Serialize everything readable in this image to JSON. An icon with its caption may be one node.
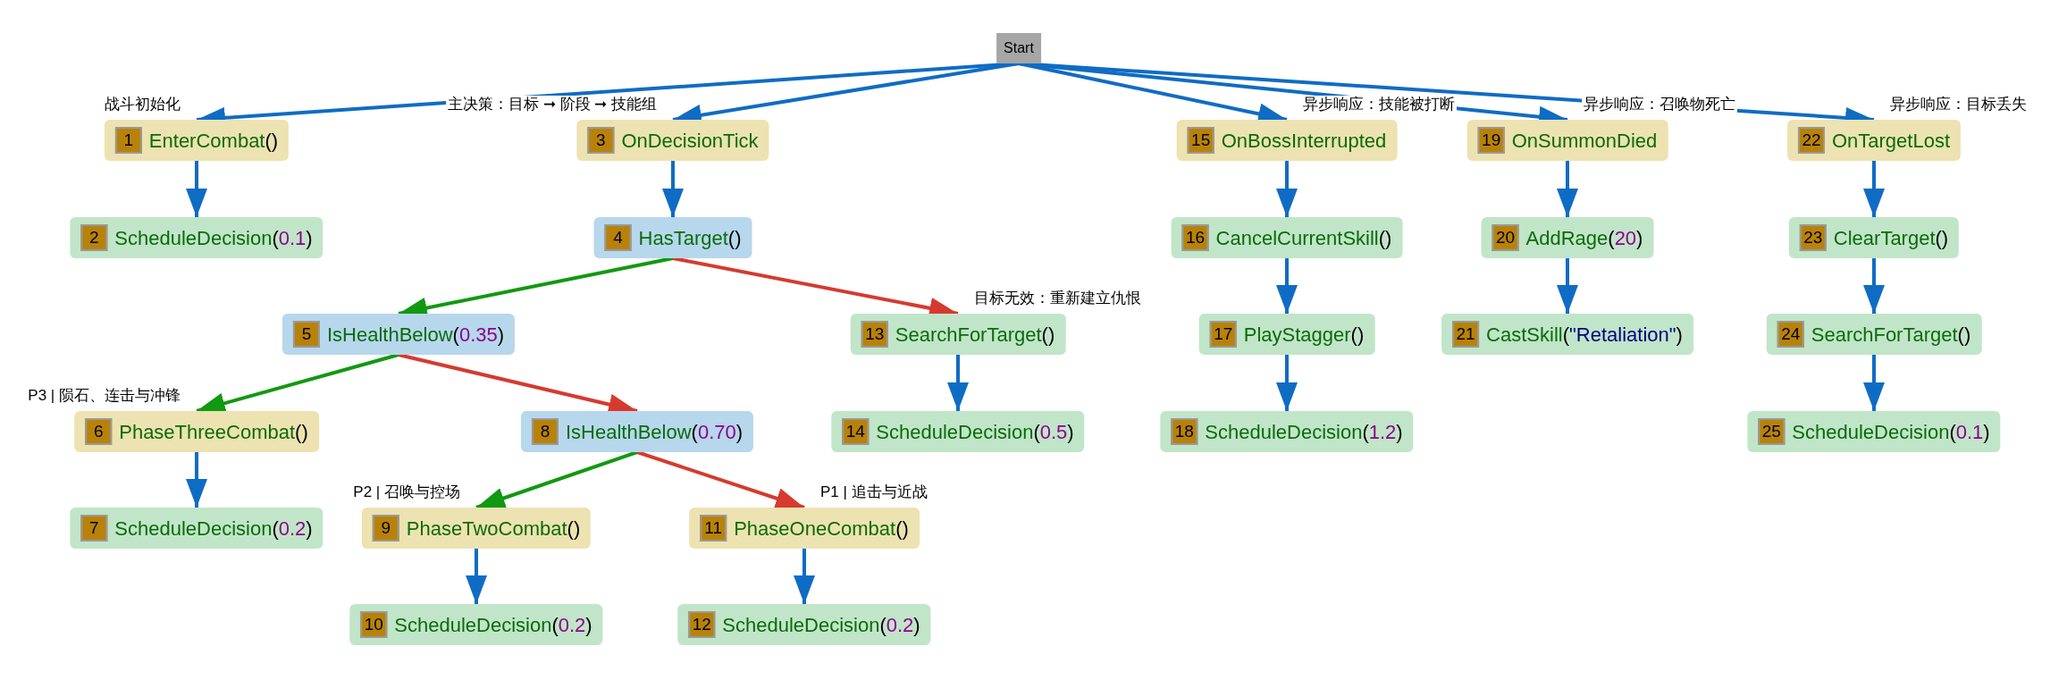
{
  "diagram": {
    "nodes": [
      {
        "text": [
          "Start"
        ]
      },
      {
        "text": [
          "1",
          "EnterCombat()"
        ]
      },
      {
        "text": [
          "2",
          "ScheduleDecision(0.1)"
        ]
      },
      {
        "text": [
          "3",
          "OnDecisionTick"
        ]
      },
      {
        "text": [
          "4",
          "HasTarget()"
        ]
      },
      {
        "text": [
          "5",
          "IsHealthBelow(0.35)"
        ]
      },
      {
        "text": [
          "6",
          "PhaseThreeCombat()"
        ]
      },
      {
        "text": [
          "7",
          "ScheduleDecision(0.2)"
        ]
      },
      {
        "text": [
          "8",
          "IsHealthBelow(0.70)"
        ]
      },
      {
        "text": [
          "9",
          "PhaseTwoCombat()"
        ]
      },
      {
        "text": [
          "10",
          "ScheduleDecision(0.2)"
        ]
      },
      {
        "text": [
          "11",
          "PhaseOneCombat()"
        ]
      },
      {
        "text": [
          "12",
          "ScheduleDecision(0.2)"
        ]
      },
      {
        "text": [
          "13",
          "SearchForTarget()"
        ]
      },
      {
        "text": [
          "14",
          "ScheduleDecision(0.5)"
        ]
      },
      {
        "text": [
          "15",
          "OnBossInterrupted"
        ]
      },
      {
        "text": [
          "16",
          "CancelCurrentSkill()"
        ]
      },
      {
        "text": [
          "17",
          "PlayStagger()"
        ]
      },
      {
        "text": [
          "18",
          "ScheduleDecision(1.2)"
        ]
      },
      {
        "text": [
          "19",
          "OnSummonDied"
        ]
      },
      {
        "text": [
          "20",
          "AddRage(20)"
        ]
      },
      {
        "text": [
          "21",
          "CastSkill(\"Retaliation\")"
        ]
      },
      {
        "text": [
          "22",
          "OnTargetLost"
        ]
      },
      {
        "text": [
          "23",
          "ClearTarget()"
        ]
      },
      {
        "text": [
          "24",
          "SearchForTarget()"
        ]
      },
      {
        "text": [
          "25",
          "ScheduleDecision(0.1)"
        ]
      }
    ],
    "edges": [
      {
        "from": 0,
        "to": 1,
        "arrow": "to",
        "label": "战斗初始化"
      },
      {
        "from": 1,
        "to": 2,
        "arrow": "to"
      },
      {
        "from": 0,
        "to": 3,
        "arrow": "to",
        "label": "主决策：目标 ➞ 阶段 ➞ 技能组"
      },
      {
        "from": 3,
        "to": 4,
        "arrow": "to"
      },
      {
        "from": 4,
        "to": 5,
        "arrow": "to",
        "color": "#119911"
      },
      {
        "from": 5,
        "to": 6,
        "arrow": "to",
        "color": "#119911",
        "label": "P3 | 陨石、连击与冲锋"
      },
      {
        "from": 6,
        "to": 7,
        "arrow": "to"
      },
      {
        "from": 5,
        "to": 8,
        "arrow": "to",
        "color": "#d63a2f"
      },
      {
        "from": 8,
        "to": 9,
        "arrow": "to",
        "color": "#119911",
        "label": "P2 | 召唤与控场"
      },
      {
        "from": 9,
        "to": 10,
        "arrow": "to"
      },
      {
        "from": 8,
        "to": 11,
        "arrow": "to",
        "color": "#d63a2f",
        "label": "P1 | 追击与近战"
      },
      {
        "from": 11,
        "to": 12,
        "arrow": "to"
      },
      {
        "from": 4,
        "to": 13,
        "arrow": "to",
        "color": "#d63a2f",
        "label": "目标无效：重新建立仇恨"
      },
      {
        "from": 13,
        "to": 14,
        "arrow": "to"
      },
      {
        "from": 0,
        "to": 15,
        "arrow": "to",
        "label": "异步响应：技能被打断"
      },
      {
        "from": 15,
        "to": 16,
        "arrow": "to"
      },
      {
        "from": 16,
        "to": 17,
        "arrow": "to"
      },
      {
        "from": 17,
        "to": 18,
        "arrow": "to"
      },
      {
        "from": 0,
        "to": 19,
        "arrow": "to",
        "label": "异步响应：召唤物死亡"
      },
      {
        "from": 19,
        "to": 20,
        "arrow": "to"
      },
      {
        "from": 20,
        "to": 21,
        "arrow": "to"
      },
      {
        "from": 0,
        "to": 22,
        "arrow": "to",
        "label": "异步响应：目标丢失"
      },
      {
        "from": 22,
        "to": 23,
        "arrow": "to"
      },
      {
        "from": 23,
        "to": 24,
        "arrow": "to"
      },
      {
        "from": 24,
        "to": 25,
        "arrow": "to"
      }
    ]
  }
}
